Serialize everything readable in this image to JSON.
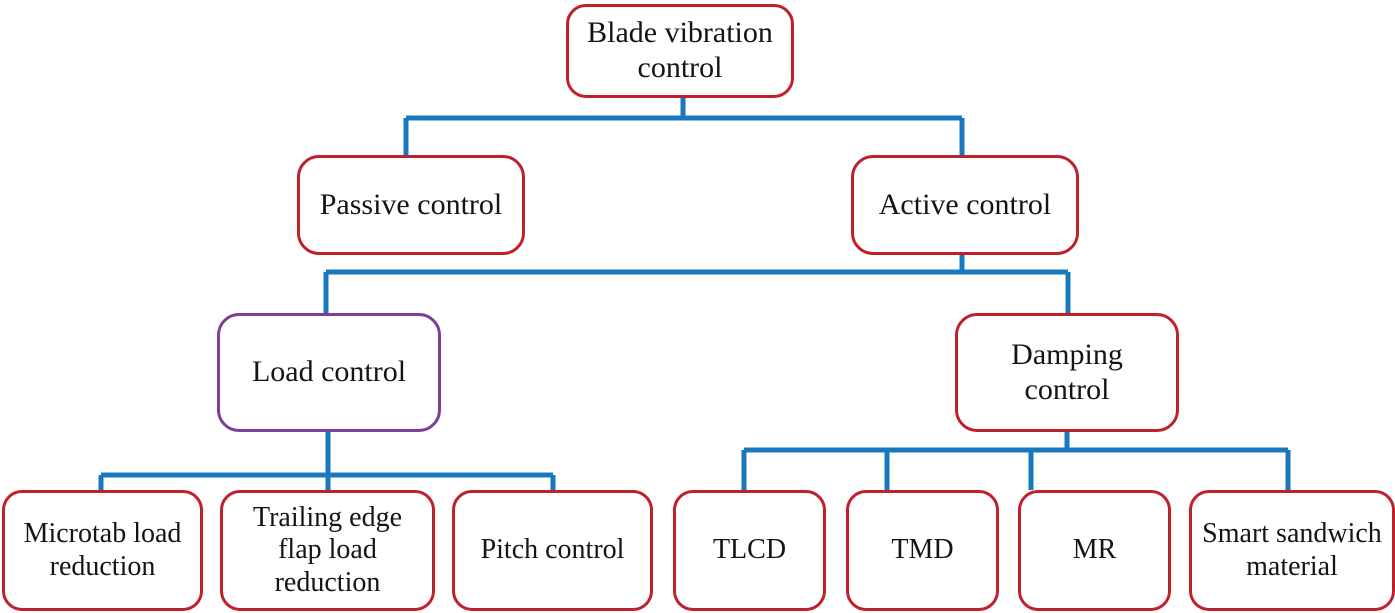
{
  "diagram": {
    "type": "hierarchy-tree",
    "title": "Blade vibration control taxonomy",
    "colors": {
      "node_border_red": "#c0202c",
      "node_border_purple": "#7b3f98",
      "connector_blue": "#1878be",
      "node_fill": "#ffffff",
      "text": "#141414"
    },
    "nodes": {
      "root": {
        "label": "Blade vibration\ncontrol",
        "border": "#c0202c",
        "level": 0
      },
      "passive": {
        "label": "Passive control",
        "border": "#c0202c",
        "level": 1
      },
      "active": {
        "label": "Active control",
        "border": "#c0202c",
        "level": 1
      },
      "load": {
        "label": "Load control",
        "border": "#7b3f98",
        "level": 2
      },
      "damping": {
        "label": "Damping\ncontrol",
        "border": "#c0202c",
        "level": 2
      },
      "microtab": {
        "label": "Microtab load\nreduction",
        "border": "#c0202c",
        "level": 3
      },
      "trailing": {
        "label": "Trailing edge\nflap load\nreduction",
        "border": "#c0202c",
        "level": 3
      },
      "pitch": {
        "label": "Pitch control",
        "border": "#c0202c",
        "level": 3
      },
      "tlcd": {
        "label": "TLCD",
        "border": "#c0202c",
        "level": 3
      },
      "tmd": {
        "label": "TMD",
        "border": "#c0202c",
        "level": 3
      },
      "mr": {
        "label": "MR",
        "border": "#c0202c",
        "level": 3
      },
      "smart": {
        "label": "Smart sandwich\nmaterial",
        "border": "#c0202c",
        "level": 3
      }
    },
    "edges": [
      {
        "from": "root",
        "to": "passive"
      },
      {
        "from": "root",
        "to": "active"
      },
      {
        "from": "passive",
        "to": "load"
      },
      {
        "from": "active",
        "to": "load"
      },
      {
        "from": "active",
        "to": "damping"
      },
      {
        "from": "load",
        "to": "microtab"
      },
      {
        "from": "load",
        "to": "trailing"
      },
      {
        "from": "load",
        "to": "pitch"
      },
      {
        "from": "damping",
        "to": "tlcd"
      },
      {
        "from": "damping",
        "to": "tmd"
      },
      {
        "from": "damping",
        "to": "mr"
      },
      {
        "from": "damping",
        "to": "smart"
      }
    ]
  }
}
